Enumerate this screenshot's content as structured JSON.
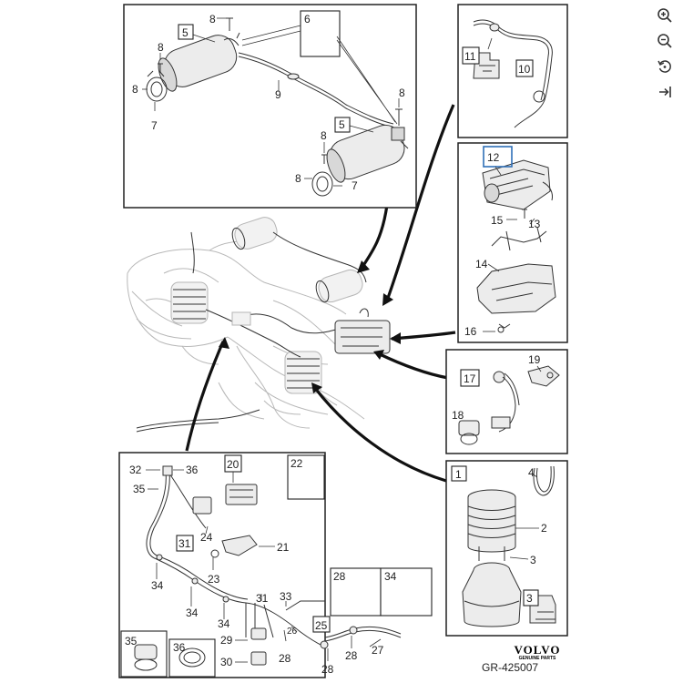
{
  "diagram": {
    "doc_number": "GR-425007",
    "brand": "VOLVO",
    "brand_sub": "GENUINE PARTS",
    "selected_part": "12",
    "callouts": {
      "c1": "1",
      "c2": "2",
      "c3": "3",
      "c3b": "3",
      "c4": "4",
      "c5a": "5",
      "c5b": "5",
      "c6": "6",
      "c7a": "7",
      "c7b": "7",
      "c8a": "8",
      "c8b": "8",
      "c8c": "8",
      "c8d": "8",
      "c8e": "8",
      "c8f": "8",
      "c9": "9",
      "c10": "10",
      "c11": "11",
      "c12": "12",
      "c13": "13",
      "c14": "14",
      "c15": "15",
      "c16": "16",
      "c17": "17",
      "c18": "18",
      "c19": "19",
      "c20": "20",
      "c21": "21",
      "c22": "22",
      "c23": "23",
      "c24": "24",
      "c25": "25",
      "c26": "26",
      "c27": "27",
      "c28a": "28",
      "c28b": "28",
      "c28c": "28",
      "c28d": "28",
      "c29": "29",
      "c30": "30",
      "c31a": "31",
      "c31b": "31",
      "c32": "32",
      "c33": "33",
      "c34a": "34",
      "c34b": "34",
      "c34c": "34",
      "c34d": "34",
      "c35a": "35",
      "c35b": "35",
      "c36a": "36",
      "c36b": "36"
    }
  },
  "toolbar": {
    "zoom_in": "zoom-in-icon",
    "zoom_out": "zoom-out-icon",
    "reset": "reset-rotate-icon",
    "fit": "fit-to-width-icon"
  }
}
